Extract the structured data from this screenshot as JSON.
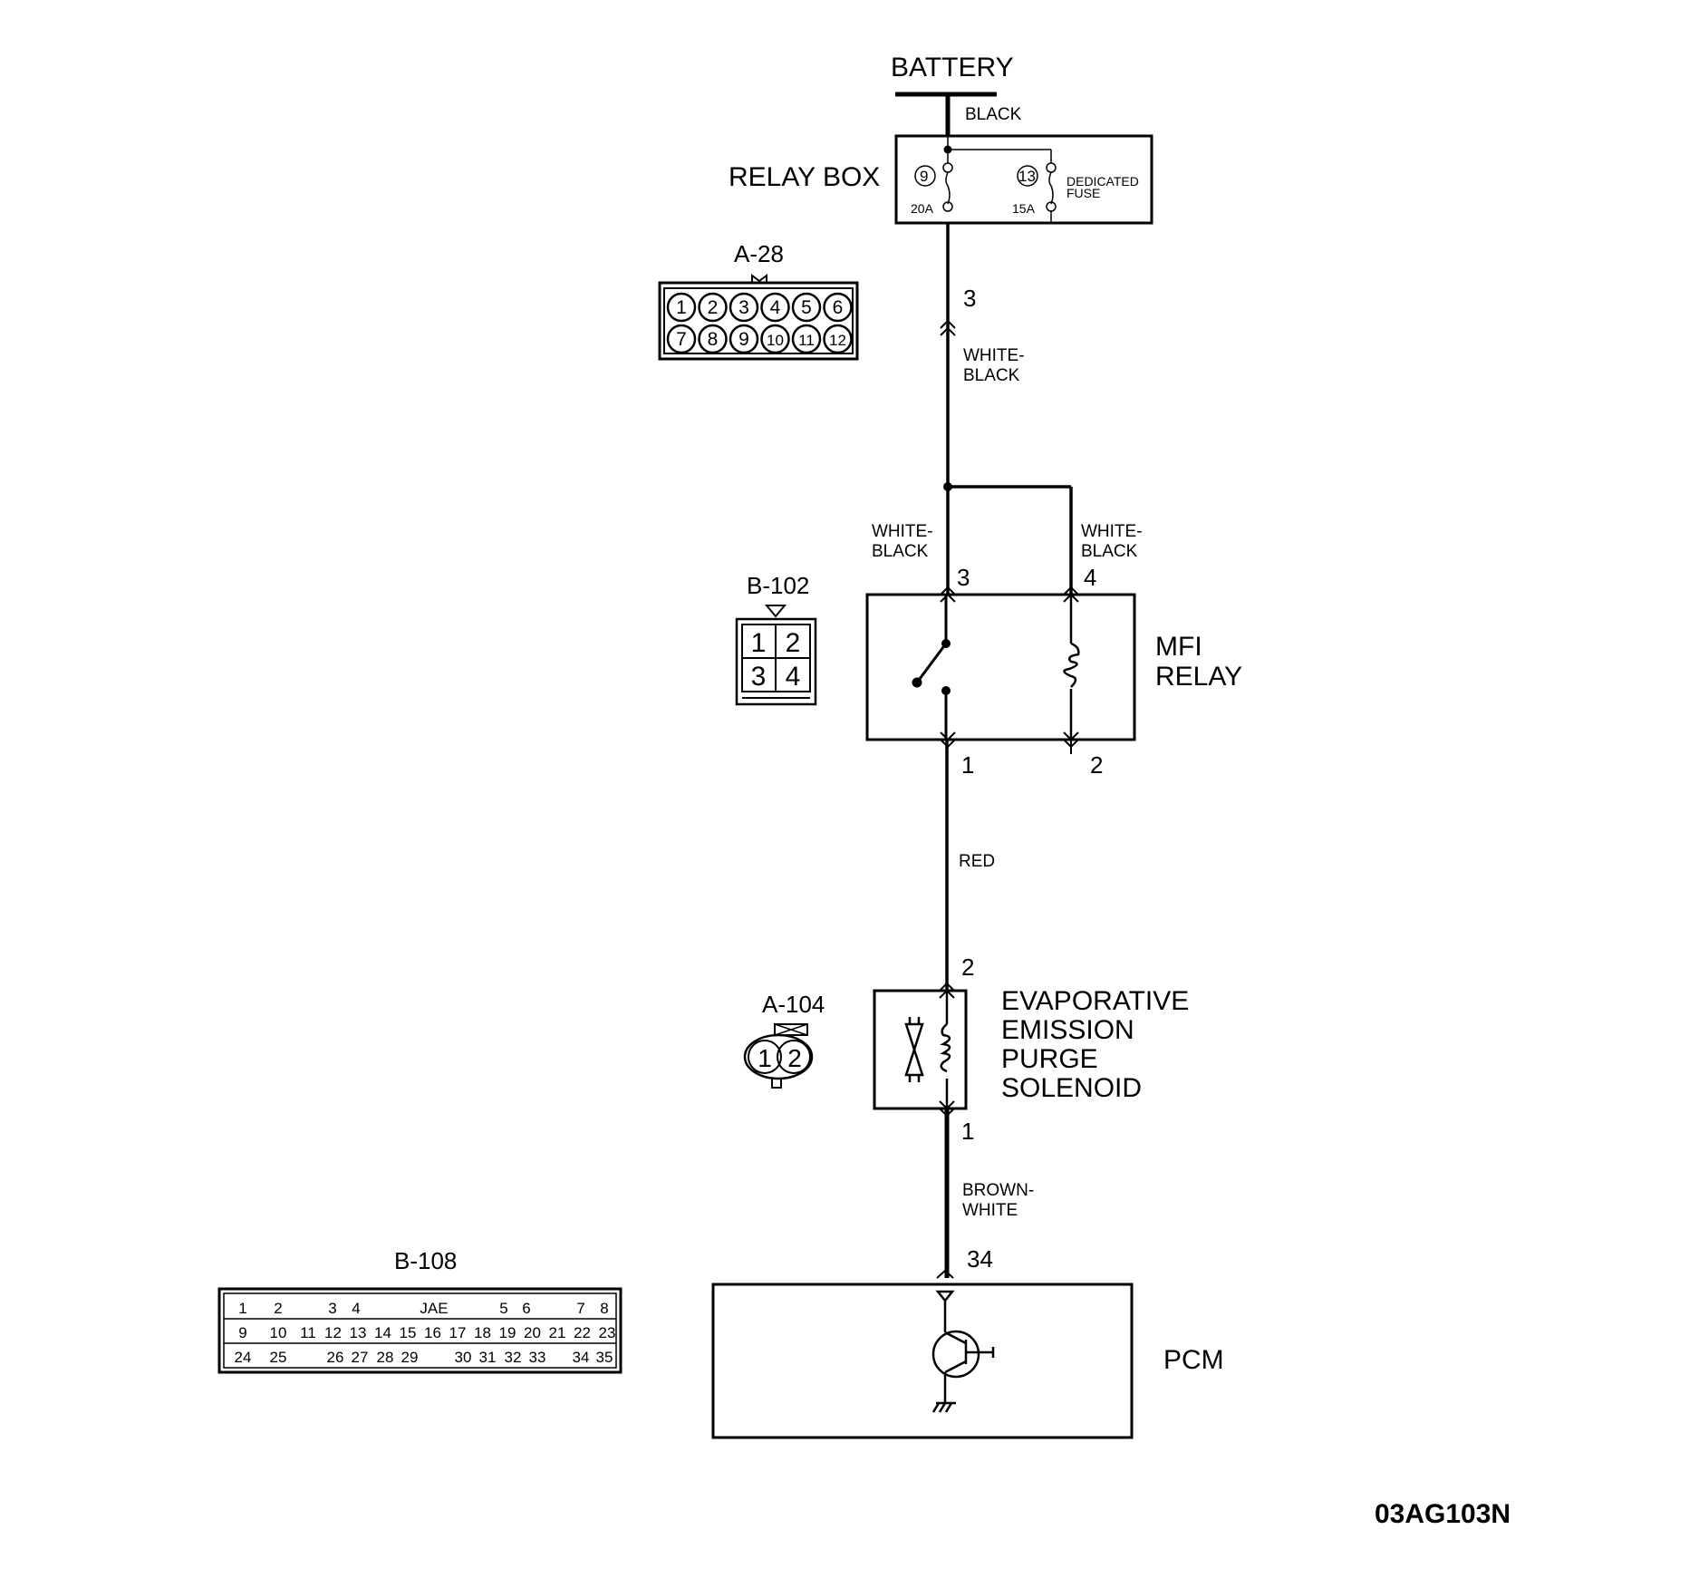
{
  "diagram_id": "03AG103N",
  "components": {
    "battery": {
      "label": "BATTERY",
      "wire_color": "BLACK"
    },
    "relay_box": {
      "label": "RELAY BOX",
      "fuses": [
        {
          "number": "9",
          "rating": "20A"
        },
        {
          "number": "13",
          "rating": "15A",
          "note_line1": "DEDICATED",
          "note_line2": "FUSE"
        }
      ]
    },
    "mfi_relay": {
      "label_line1": "MFI",
      "label_line2": "RELAY",
      "pins": [
        "3",
        "4",
        "1",
        "2"
      ]
    },
    "solenoid": {
      "label_lines": [
        "EVAPORATIVE",
        "EMISSION",
        "PURGE",
        "SOLENOID"
      ],
      "pins": [
        "2",
        "1"
      ]
    },
    "pcm": {
      "label": "PCM",
      "pin": "34"
    }
  },
  "wires": {
    "relaybox_out_pin": "3",
    "w1_line1": "WHITE-",
    "w1_line2": "BLACK",
    "w2_line1": "WHITE-",
    "w2_line2": "BLACK",
    "w3_line1": "WHITE-",
    "w3_line2": "BLACK",
    "w4": "RED",
    "w5_line1": "BROWN-",
    "w5_line2": "WHITE"
  },
  "connectors": {
    "a28": {
      "label": "A-28",
      "row1": [
        "1",
        "2",
        "3",
        "4",
        "5",
        "6"
      ],
      "row2": [
        "7",
        "8",
        "9",
        "10",
        "11",
        "12"
      ]
    },
    "b102": {
      "label": "B-102",
      "pins": [
        "1",
        "2",
        "3",
        "4"
      ]
    },
    "a104": {
      "label": "A-104",
      "pins": [
        "1",
        "2"
      ]
    },
    "b108": {
      "label": "B-108",
      "brand": "JAE",
      "row1": [
        "1",
        "2",
        "3",
        "4",
        "5",
        "6",
        "7",
        "8"
      ],
      "row2": [
        "9",
        "10",
        "11",
        "12",
        "13",
        "14",
        "15",
        "16",
        "17",
        "18",
        "19",
        "20",
        "21",
        "22",
        "23"
      ],
      "row3": [
        "24",
        "25",
        "26",
        "27",
        "28",
        "29",
        "30",
        "31",
        "32",
        "33",
        "34",
        "35"
      ]
    }
  }
}
